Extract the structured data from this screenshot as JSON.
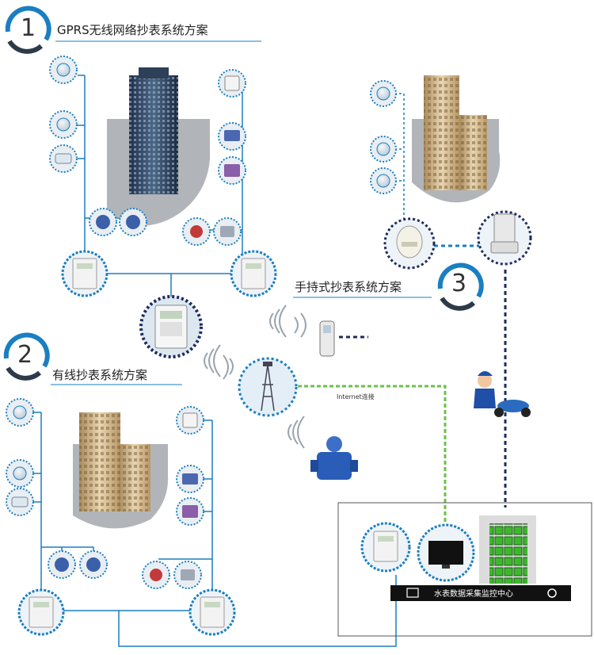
{
  "sections": [
    {
      "number": "1",
      "title": "GPRS无线网络抄表系统方案"
    },
    {
      "number": "2",
      "title": "有线抄表系统方案"
    },
    {
      "number": "3",
      "title": "手持式抄表系统方案"
    }
  ],
  "internet_label": "Internet连接",
  "center_label": "水表数据采集监控中心",
  "colors": {
    "accent_blue": "#1a7fc1",
    "dark_navy": "#1f2b5e",
    "green_link": "#6cc04a",
    "gray_arc": "#9aa4ad",
    "building_green": "#4ec73a"
  }
}
